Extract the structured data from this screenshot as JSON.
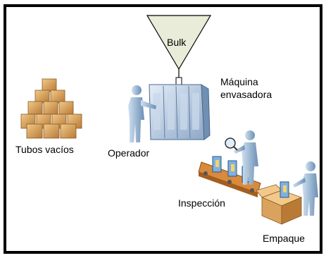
{
  "labels": {
    "bulk": "Bulk",
    "machine_line1": "Máquina",
    "machine_line2": "envasadora",
    "empty_tubes": "Tubos vacíos",
    "operator": "Operador",
    "inspection": "Inspección",
    "packing": "Empaque"
  },
  "colors": {
    "funnel_fill": "#e8ecd8",
    "box": "#d9a35e",
    "box_dark": "#a86d2a",
    "person": "#7fa3c7",
    "machine": "#a9bfd9",
    "conveyor": "#d98a3c",
    "frame": "#000000"
  }
}
